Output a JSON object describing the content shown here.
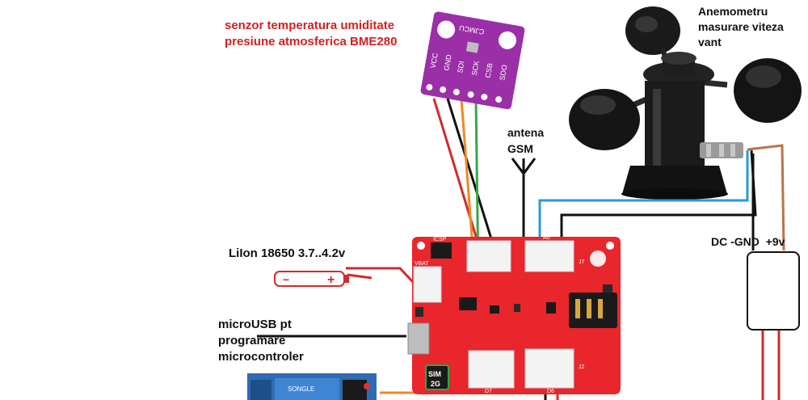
{
  "labels": {
    "bme280_line1": "senzor temperatura umiditate",
    "bme280_line2": "presiune atmosferica BME280",
    "antenna_line1": "antena",
    "antenna_line2": "GSM",
    "anemometer_line1": "Anemometru",
    "anemometer_line2": "masurare viteza",
    "anemometer_line3": "vant",
    "battery": "LiIon 18650 3.7..4.2v",
    "usb_line1": "microUSB pt",
    "usb_line2": "programare",
    "usb_line3": "microcontroler",
    "dc_supply": "DC -GND  +9v"
  },
  "sensor_board": {
    "brand": "CJMCU",
    "pins": [
      "VCC",
      "GND",
      "SDI",
      "SCK",
      "CSB",
      "SDO"
    ]
  },
  "main_board": {
    "icsp": "ICSP",
    "vbat": "VBAT",
    "a0": "A0",
    "j7": "J7",
    "j2": "J2",
    "d7": "D7",
    "d6": "D6",
    "sim_line1": "SIM",
    "sim_line2": "2G"
  },
  "battery_signs": {
    "minus": "−",
    "plus": "+"
  },
  "relay_text": "SONGLE",
  "colors": {
    "board_red": "#e8262c",
    "sensor_purple": "#9b2fa8",
    "wire_red": "#d22b2b",
    "wire_black": "#111111",
    "wire_orange": "#ee8a22",
    "wire_green": "#3aa64a",
    "wire_blue": "#2a9ad8",
    "wire_brown": "#b8744a",
    "label_red": "#d42020"
  }
}
